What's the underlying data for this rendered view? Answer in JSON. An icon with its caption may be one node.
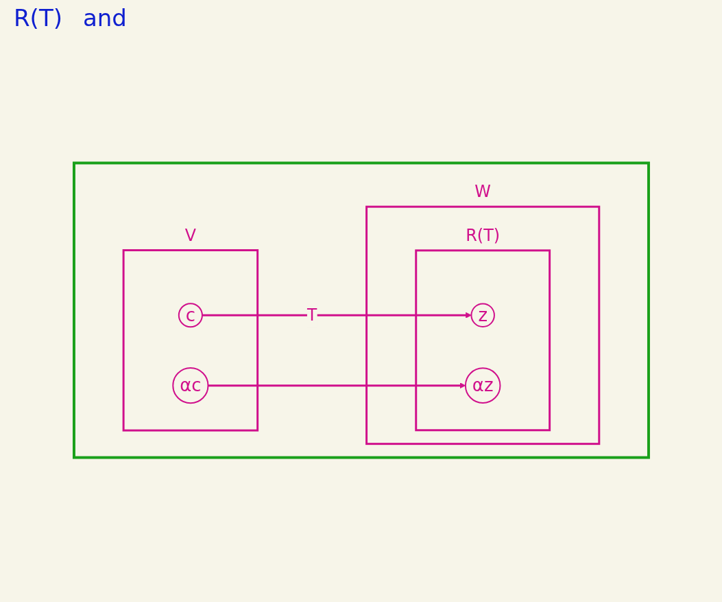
{
  "diagram": {
    "nodes": [
      {
        "text": [],
        "shape": "box"
      },
      {
        "text": [
          "V"
        ],
        "in": 0
      },
      {
        "text": [
          "W"
        ],
        "in": 0
      },
      {
        "text": [
          "R(T)"
        ],
        "in": 2
      },
      {
        "text": [
          "c"
        ],
        "in": 1
      },
      {
        "text": [
          "αc"
        ],
        "in": 1
      },
      {
        "text": [
          "z"
        ],
        "in": 3
      },
      {
        "text": [
          "αz"
        ],
        "in": 3
      }
    ],
    "edges": [
      {
        "from": 4,
        "to": 6,
        "arrow": "to",
        "label": "T"
      },
      {
        "from": 5,
        "to": 7,
        "arrow": "to"
      }
    ],
    "labels": [
      "R(T)",
      "and"
    ]
  }
}
